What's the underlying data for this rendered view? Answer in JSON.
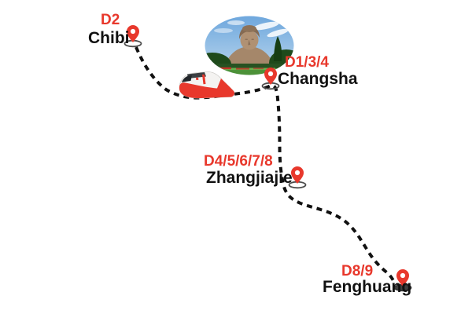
{
  "route_map": {
    "stops": [
      {
        "day_label": "D2",
        "name": "Chibi"
      },
      {
        "day_label": "D1/3/4",
        "name": "Changsha"
      },
      {
        "day_label": "D4/5/6/7/8",
        "name": "Zhangjiajie"
      },
      {
        "day_label": "D8/9",
        "name": "Fenghuang"
      }
    ],
    "transport": {
      "icon": "train-icon",
      "mode": "high-speed train"
    },
    "photo": {
      "icon": "changsha-statue-photo",
      "depicts": "Mao Zedong youth statue with blue sky and green park"
    },
    "route_style": "black dashed line connecting stops",
    "colors": {
      "accent_red": "#E8382C",
      "label_black": "#111111",
      "route_line": "#111111",
      "pin_base_gray": "#4D4D4D"
    }
  }
}
